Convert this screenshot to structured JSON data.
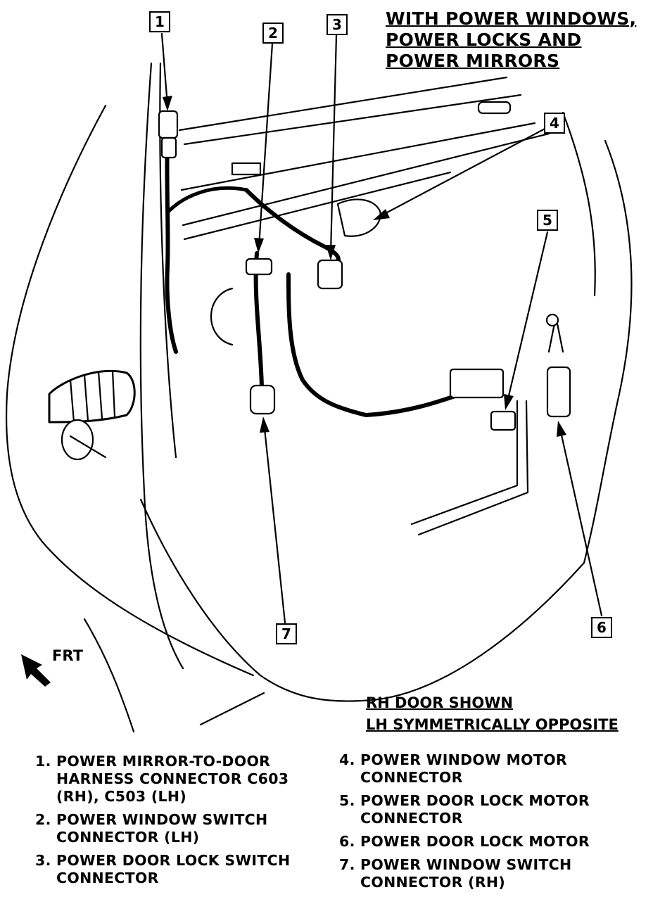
{
  "title": [
    "WITH POWER WINDOWS,",
    "POWER LOCKS AND",
    "POWER MIRRORS"
  ],
  "callouts": [
    "1",
    "2",
    "3",
    "4",
    "5",
    "6",
    "7"
  ],
  "direction_label": "FRT",
  "note": [
    "RH DOOR SHOWN",
    "LH SYMMETRICALLY OPPOSITE"
  ],
  "legend_left": [
    {
      "num": "1.",
      "text": "POWER MIRROR-TO-DOOR\nHARNESS CONNECTOR C603\n(RH), C503 (LH)"
    },
    {
      "num": "2.",
      "text": "POWER WINDOW SWITCH\nCONNECTOR (LH)"
    },
    {
      "num": "3.",
      "text": "POWER DOOR LOCK SWITCH\nCONNECTOR"
    }
  ],
  "legend_right": [
    {
      "num": "4.",
      "text": "POWER WINDOW MOTOR\nCONNECTOR"
    },
    {
      "num": "5.",
      "text": "POWER DOOR LOCK MOTOR\nCONNECTOR"
    },
    {
      "num": "6.",
      "text": "POWER DOOR LOCK MOTOR"
    },
    {
      "num": "7.",
      "text": "POWER WINDOW SWITCH\nCONNECTOR (RH)"
    }
  ]
}
